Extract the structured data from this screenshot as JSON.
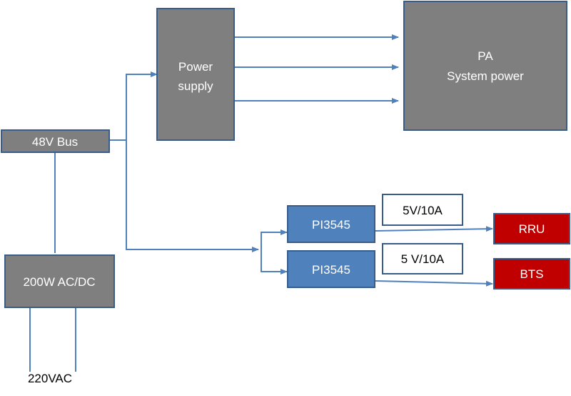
{
  "blocks": {
    "power_supply": {
      "line1": "Power",
      "line2": "supply"
    },
    "pa": {
      "line1": "PA",
      "line2": "System power"
    },
    "bus": {
      "label": "48V Bus"
    },
    "acdc": {
      "label": "200W AC/DC"
    },
    "pi_top": {
      "label": "PI3545"
    },
    "pi_bottom": {
      "label": "PI3545"
    },
    "rating_top": {
      "label": "5V/10A"
    },
    "rating_bottom": {
      "label": "5 V/10A"
    },
    "rru": {
      "label": "RRU"
    },
    "bts": {
      "label": "BTS"
    },
    "ac_input": {
      "label": "220VAC"
    }
  },
  "colors": {
    "gray_block": "#7f7f7f",
    "blue_block": "#4f81bd",
    "red_block": "#c00000",
    "border": "#385d8a",
    "line": "#4f81bd"
  }
}
